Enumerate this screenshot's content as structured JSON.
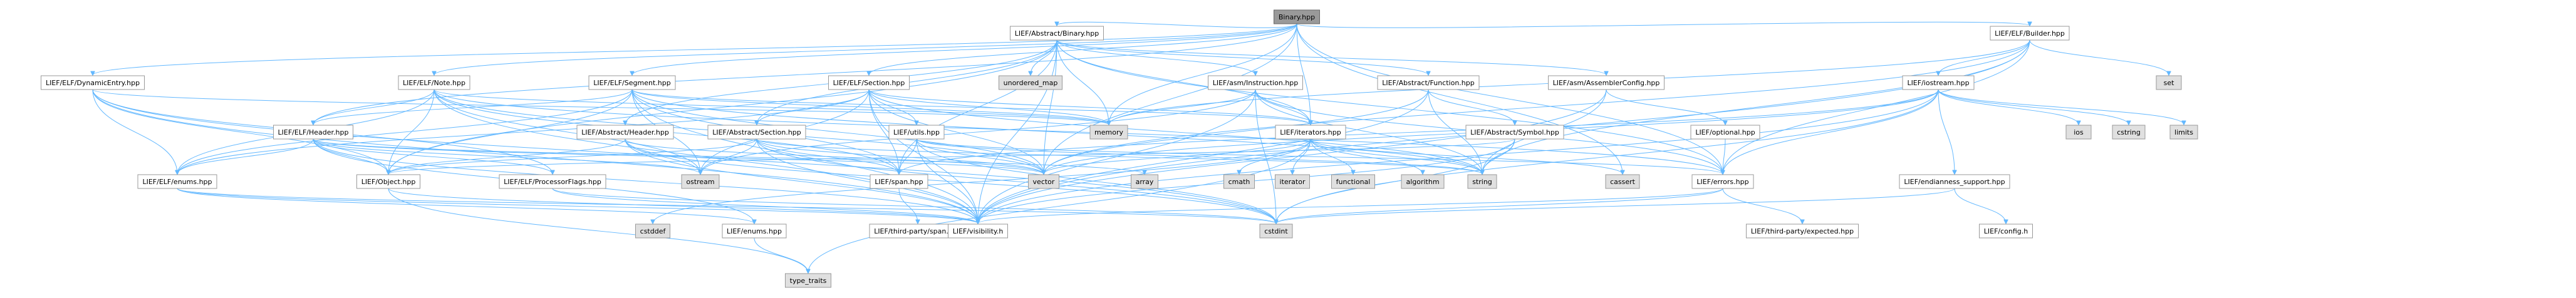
{
  "root": "Binary.hpp",
  "nodes": [
    {
      "id": "binary",
      "label": "Binary.hpp",
      "kind": "root"
    },
    {
      "id": "elf_dynentry",
      "label": "LIEF/ELF/DynamicEntry.hpp",
      "kind": "local"
    },
    {
      "id": "elf_note",
      "label": "LIEF/ELF/Note.hpp",
      "kind": "local"
    },
    {
      "id": "elf_segment",
      "label": "LIEF/ELF/Segment.hpp",
      "kind": "local"
    },
    {
      "id": "abs_binary",
      "label": "LIEF/Abstract/Binary.hpp",
      "kind": "local"
    },
    {
      "id": "elf_section",
      "label": "LIEF/ELF/Section.hpp",
      "kind": "local"
    },
    {
      "id": "unordered_map",
      "label": "unordered_map",
      "kind": "system"
    },
    {
      "id": "asm_instr",
      "label": "LIEF/asm/Instruction.hpp",
      "kind": "local"
    },
    {
      "id": "abs_function",
      "label": "LIEF/Abstract/Function.hpp",
      "kind": "local"
    },
    {
      "id": "asm_cfg",
      "label": "LIEF/asm/AssemblerConfig.hpp",
      "kind": "local"
    },
    {
      "id": "elf_builder",
      "label": "LIEF/ELF/Builder.hpp",
      "kind": "local"
    },
    {
      "id": "set",
      "label": "set",
      "kind": "system"
    },
    {
      "id": "iostream",
      "label": "LIEF/iostream.hpp",
      "kind": "local"
    },
    {
      "id": "memory",
      "label": "memory",
      "kind": "system"
    },
    {
      "id": "elf_header",
      "label": "LIEF/ELF/Header.hpp",
      "kind": "local"
    },
    {
      "id": "abs_header",
      "label": "LIEF/Abstract/Header.hpp",
      "kind": "local"
    },
    {
      "id": "abs_section",
      "label": "LIEF/Abstract/Section.hpp",
      "kind": "local"
    },
    {
      "id": "utils",
      "label": "LIEF/utils.hpp",
      "kind": "local"
    },
    {
      "id": "iterators",
      "label": "LIEF/iterators.hpp",
      "kind": "local"
    },
    {
      "id": "abs_symbol",
      "label": "LIEF/Abstract/Symbol.hpp",
      "kind": "local"
    },
    {
      "id": "optional",
      "label": "LIEF/optional.hpp",
      "kind": "local"
    },
    {
      "id": "ios",
      "label": "ios",
      "kind": "system"
    },
    {
      "id": "cstring",
      "label": "cstring",
      "kind": "system"
    },
    {
      "id": "limits",
      "label": "limits",
      "kind": "system"
    },
    {
      "id": "elf_enums",
      "label": "LIEF/ELF/enums.hpp",
      "kind": "local"
    },
    {
      "id": "object",
      "label": "LIEF/Object.hpp",
      "kind": "local"
    },
    {
      "id": "elf_procflags",
      "label": "LIEF/ELF/ProcessorFlags.hpp",
      "kind": "local"
    },
    {
      "id": "ostream",
      "label": "ostream",
      "kind": "system"
    },
    {
      "id": "span",
      "label": "LIEF/span.hpp",
      "kind": "local"
    },
    {
      "id": "vector",
      "label": "vector",
      "kind": "system"
    },
    {
      "id": "array",
      "label": "array",
      "kind": "system"
    },
    {
      "id": "cmath",
      "label": "cmath",
      "kind": "system"
    },
    {
      "id": "iterator",
      "label": "iterator",
      "kind": "system"
    },
    {
      "id": "functional",
      "label": "functional",
      "kind": "system"
    },
    {
      "id": "algorithm",
      "label": "algorithm",
      "kind": "system"
    },
    {
      "id": "string",
      "label": "string",
      "kind": "system"
    },
    {
      "id": "cassert",
      "label": "cassert",
      "kind": "system"
    },
    {
      "id": "errors",
      "label": "LIEF/errors.hpp",
      "kind": "local"
    },
    {
      "id": "endianness",
      "label": "LIEF/endianness_support.hpp",
      "kind": "local"
    },
    {
      "id": "tp_span",
      "label": "LIEF/third-party/span.hpp",
      "kind": "local"
    },
    {
      "id": "cstddef",
      "label": "cstddef",
      "kind": "system"
    },
    {
      "id": "lief_enums",
      "label": "LIEF/enums.hpp",
      "kind": "local"
    },
    {
      "id": "visibility",
      "label": "LIEF/visibility.h",
      "kind": "local"
    },
    {
      "id": "cstdint",
      "label": "cstdint",
      "kind": "system"
    },
    {
      "id": "tp_expected",
      "label": "LIEF/third-party/expected.hpp",
      "kind": "local"
    },
    {
      "id": "config",
      "label": "LIEF/config.h",
      "kind": "local"
    },
    {
      "id": "type_traits",
      "label": "type_traits",
      "kind": "system"
    }
  ],
  "edges": [
    [
      "binary",
      "elf_dynentry"
    ],
    [
      "binary",
      "elf_note"
    ],
    [
      "binary",
      "elf_segment"
    ],
    [
      "binary",
      "abs_binary"
    ],
    [
      "binary",
      "elf_section"
    ],
    [
      "binary",
      "elf_builder"
    ],
    [
      "binary",
      "memory"
    ],
    [
      "binary",
      "vector"
    ],
    [
      "binary",
      "iterators"
    ],
    [
      "binary",
      "elf_header"
    ],
    [
      "binary",
      "errors"
    ],
    [
      "binary",
      "cassert"
    ],
    [
      "elf_dynentry",
      "object"
    ],
    [
      "elf_dynentry",
      "elf_enums"
    ],
    [
      "elf_dynentry",
      "visibility"
    ],
    [
      "elf_dynentry",
      "elf_procflags"
    ],
    [
      "elf_dynentry",
      "memory"
    ],
    [
      "elf_dynentry",
      "cstdint"
    ],
    [
      "elf_note",
      "object"
    ],
    [
      "elf_note",
      "span"
    ],
    [
      "elf_note",
      "elf_enums"
    ],
    [
      "elf_note",
      "visibility"
    ],
    [
      "elf_note",
      "vector"
    ],
    [
      "elf_note",
      "memory"
    ],
    [
      "elf_note",
      "ostream"
    ],
    [
      "elf_note",
      "errors"
    ],
    [
      "elf_note",
      "elf_header"
    ],
    [
      "elf_segment",
      "object"
    ],
    [
      "elf_segment",
      "span"
    ],
    [
      "elf_segment",
      "visibility"
    ],
    [
      "elf_segment",
      "vector"
    ],
    [
      "elf_segment",
      "memory"
    ],
    [
      "elf_segment",
      "ostream"
    ],
    [
      "elf_segment",
      "iterators"
    ],
    [
      "elf_segment",
      "elf_header"
    ],
    [
      "elf_segment",
      "string"
    ],
    [
      "elf_segment",
      "elf_enums"
    ],
    [
      "abs_binary",
      "unordered_map"
    ],
    [
      "abs_binary",
      "asm_instr"
    ],
    [
      "abs_binary",
      "abs_function"
    ],
    [
      "abs_binary",
      "asm_cfg"
    ],
    [
      "abs_binary",
      "memory"
    ],
    [
      "abs_binary",
      "vector"
    ],
    [
      "abs_binary",
      "iterators"
    ],
    [
      "abs_binary",
      "abs_header"
    ],
    [
      "abs_binary",
      "abs_section"
    ],
    [
      "abs_binary",
      "errors"
    ],
    [
      "abs_binary",
      "object"
    ],
    [
      "abs_binary",
      "visibility"
    ],
    [
      "abs_binary",
      "span"
    ],
    [
      "elf_section",
      "abs_section"
    ],
    [
      "elf_section",
      "utils"
    ],
    [
      "elf_section",
      "iterators"
    ],
    [
      "elf_section",
      "memory"
    ],
    [
      "elf_section",
      "vector"
    ],
    [
      "elf_section",
      "ostream"
    ],
    [
      "elf_section",
      "visibility"
    ],
    [
      "elf_section",
      "string"
    ],
    [
      "elf_section",
      "elf_enums"
    ],
    [
      "elf_section",
      "span"
    ],
    [
      "asm_instr",
      "iterators"
    ],
    [
      "asm_instr",
      "memory"
    ],
    [
      "asm_instr",
      "ostream"
    ],
    [
      "asm_instr",
      "string"
    ],
    [
      "asm_instr",
      "visibility"
    ],
    [
      "asm_instr",
      "errors"
    ],
    [
      "asm_instr",
      "cstdint"
    ],
    [
      "abs_function",
      "abs_symbol"
    ],
    [
      "abs_function",
      "vector"
    ],
    [
      "abs_function",
      "string"
    ],
    [
      "abs_function",
      "visibility"
    ],
    [
      "asm_cfg",
      "optional"
    ],
    [
      "asm_cfg",
      "string"
    ],
    [
      "asm_cfg",
      "visibility"
    ],
    [
      "elf_builder",
      "iostream"
    ],
    [
      "elf_builder",
      "set"
    ],
    [
      "elf_builder",
      "memory"
    ],
    [
      "elf_builder",
      "vector"
    ],
    [
      "elf_builder",
      "string"
    ],
    [
      "elf_builder",
      "errors"
    ],
    [
      "elf_builder",
      "visibility"
    ],
    [
      "iostream",
      "ios"
    ],
    [
      "iostream",
      "cstring"
    ],
    [
      "iostream",
      "limits"
    ],
    [
      "iostream",
      "vector"
    ],
    [
      "iostream",
      "errors"
    ],
    [
      "iostream",
      "endianness"
    ],
    [
      "iostream",
      "visibility"
    ],
    [
      "iostream",
      "span"
    ],
    [
      "iostream",
      "cstdint"
    ],
    [
      "elf_header",
      "object"
    ],
    [
      "elf_header",
      "elf_enums"
    ],
    [
      "elf_header",
      "elf_procflags"
    ],
    [
      "elf_header",
      "visibility"
    ],
    [
      "elf_header",
      "ostream"
    ],
    [
      "elf_header",
      "array"
    ],
    [
      "elf_header",
      "vector"
    ],
    [
      "elf_header",
      "lief_enums"
    ],
    [
      "abs_header",
      "object"
    ],
    [
      "abs_header",
      "visibility"
    ],
    [
      "abs_header",
      "ostream"
    ],
    [
      "abs_header",
      "vector"
    ],
    [
      "abs_header",
      "cstdint"
    ],
    [
      "abs_section",
      "object"
    ],
    [
      "abs_section",
      "span"
    ],
    [
      "abs_section",
      "visibility"
    ],
    [
      "abs_section",
      "vector"
    ],
    [
      "abs_section",
      "ostream"
    ],
    [
      "abs_section",
      "string"
    ],
    [
      "abs_section",
      "cstdint"
    ],
    [
      "utils",
      "span"
    ],
    [
      "utils",
      "vector"
    ],
    [
      "utils",
      "string"
    ],
    [
      "utils",
      "visibility"
    ],
    [
      "utils",
      "errors"
    ],
    [
      "utils",
      "cstdint"
    ],
    [
      "iterators",
      "cmath"
    ],
    [
      "iterators",
      "iterator"
    ],
    [
      "iterators",
      "functional"
    ],
    [
      "iterators",
      "algorithm"
    ],
    [
      "iterators",
      "string"
    ],
    [
      "iterators",
      "vector"
    ],
    [
      "iterators",
      "cassert"
    ],
    [
      "iterators",
      "cstddef"
    ],
    [
      "iterators",
      "type_traits"
    ],
    [
      "abs_symbol",
      "object"
    ],
    [
      "abs_symbol",
      "string"
    ],
    [
      "abs_symbol",
      "visibility"
    ],
    [
      "abs_symbol",
      "cstdint"
    ],
    [
      "optional",
      "errors"
    ],
    [
      "elf_enums",
      "lief_enums"
    ],
    [
      "elf_enums",
      "cstdint"
    ],
    [
      "elf_enums",
      "visibility"
    ],
    [
      "object",
      "visibility"
    ],
    [
      "object",
      "type_traits"
    ],
    [
      "elf_procflags",
      "cstdint"
    ],
    [
      "elf_procflags",
      "visibility"
    ],
    [
      "span",
      "tp_span"
    ],
    [
      "errors",
      "tp_expected"
    ],
    [
      "errors",
      "cstdint"
    ],
    [
      "errors",
      "visibility"
    ],
    [
      "endianness",
      "cstdint"
    ],
    [
      "endianness",
      "config"
    ],
    [
      "lief_enums",
      "type_traits"
    ]
  ]
}
